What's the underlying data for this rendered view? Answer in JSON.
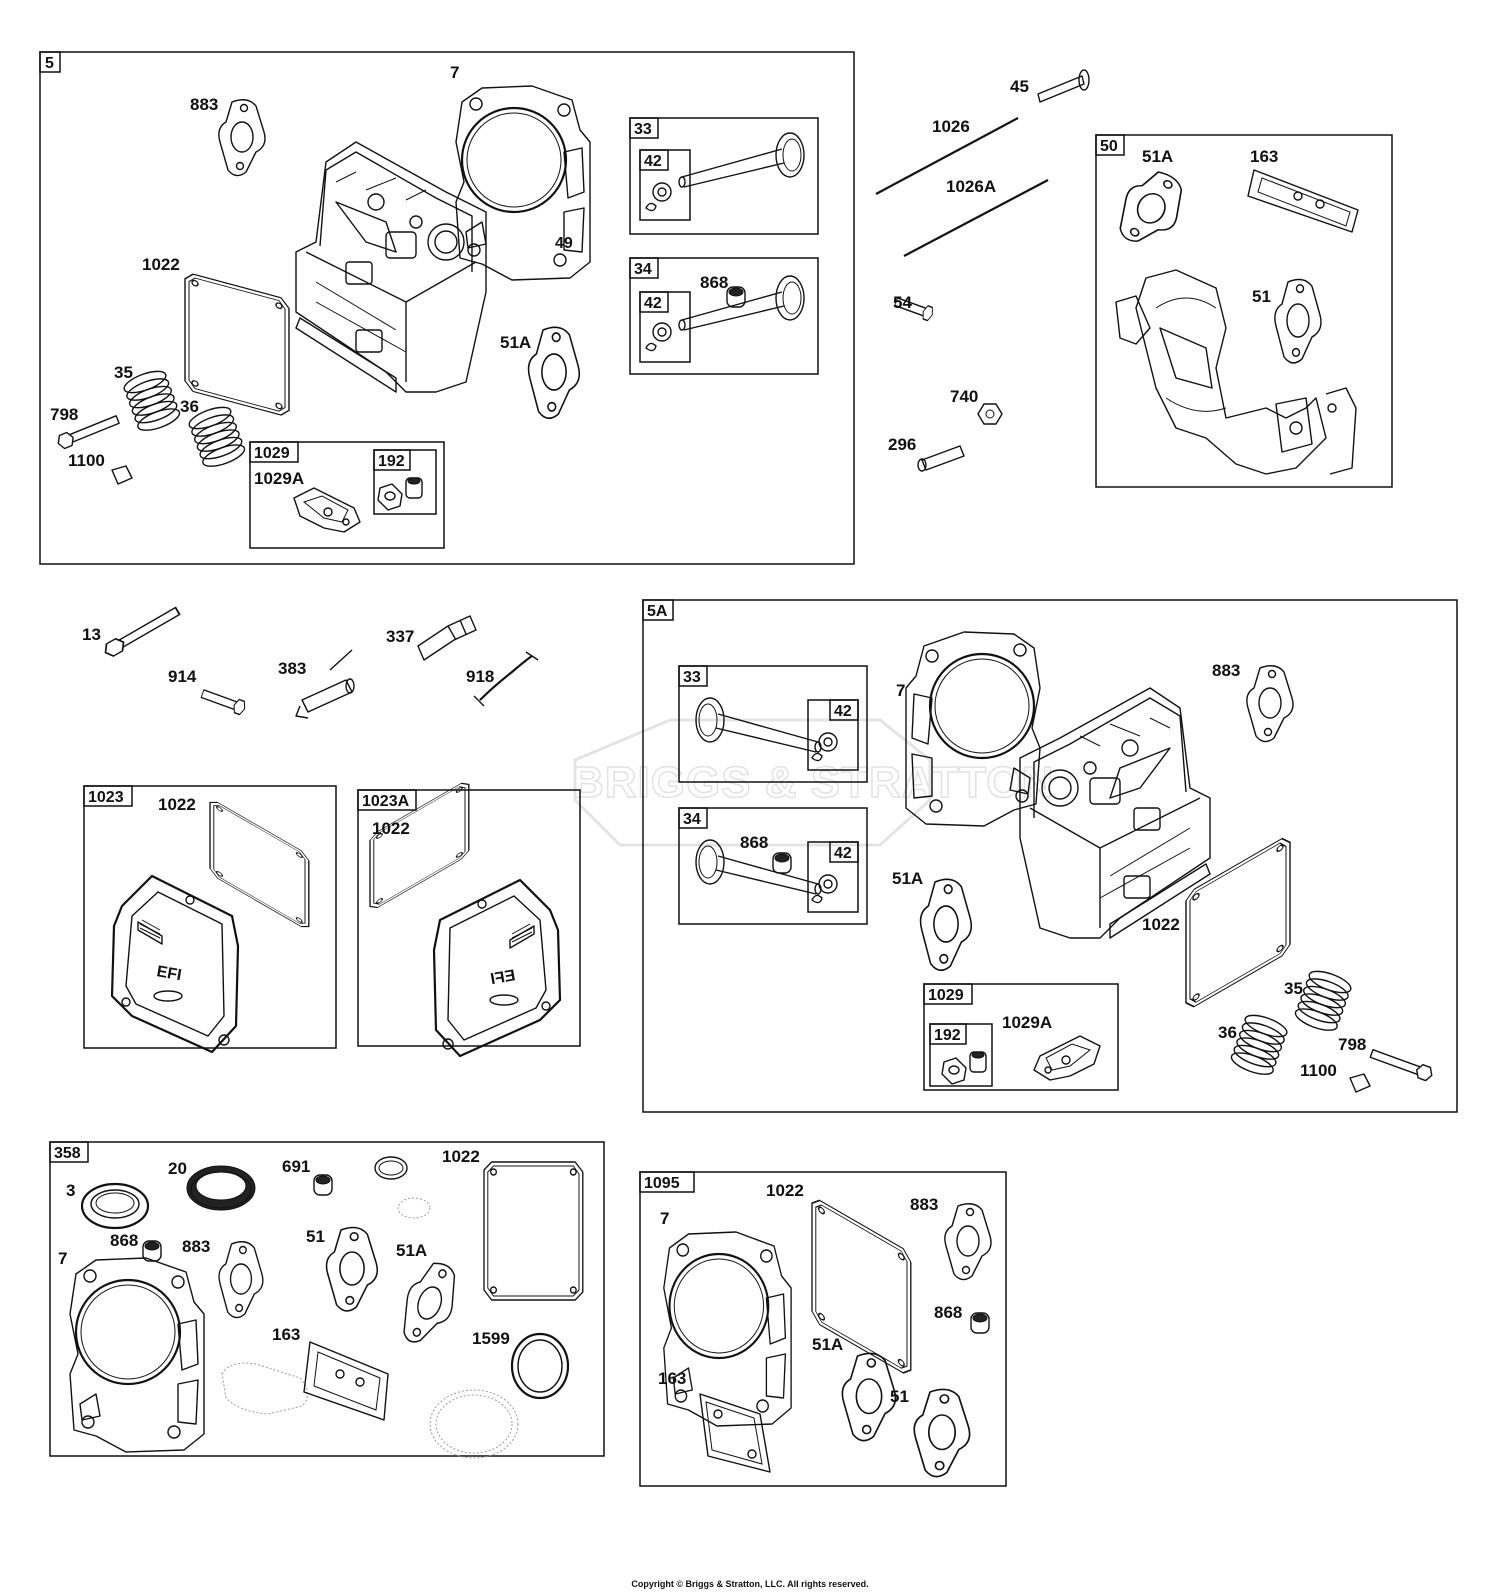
{
  "watermark": "BRIGGS & STRATTON",
  "copyright": "Copyright © Briggs & Stratton, LLC. All rights reserved.",
  "groups": {
    "g5": "5",
    "g33a": "33",
    "g42a": "42",
    "g34a": "34",
    "g42b": "42",
    "g1029a": "1029",
    "g192a": "192",
    "g50": "50",
    "g5A": "5A",
    "g33b": "33",
    "g42c": "42",
    "g34b": "34",
    "g42d": "42",
    "g1029b": "1029",
    "g192b": "192",
    "g1023": "1023",
    "g1023A": "1023A",
    "g358": "358",
    "g1095": "1095"
  },
  "labels": {
    "p883a": "883",
    "p7a": "7",
    "p1022a": "1022",
    "p35a": "35",
    "p36a": "36",
    "p798a": "798",
    "p1100a": "1100",
    "p1029Aa": "1029A",
    "p51Aa": "51A",
    "p868a": "868",
    "p45": "45",
    "p1026": "1026",
    "p1026A": "1026A",
    "p54": "54",
    "p740": "740",
    "p296": "296",
    "p51Ab": "51A",
    "p163a": "163",
    "p51a": "51",
    "p13": "13",
    "p914": "914",
    "p383": "383",
    "p337": "337",
    "p918": "918",
    "p7b": "7",
    "p883b": "883",
    "p868b": "868",
    "p51Ac": "51A",
    "p1022b": "1022",
    "p35b": "35",
    "p36b": "36",
    "p798b": "798",
    "p1100b": "1100",
    "p1029Ab": "1029A",
    "p1022c": "1022",
    "p1022d": "1022",
    "p3": "3",
    "p20": "20",
    "p691": "691",
    "p1022e": "1022",
    "p868c": "868",
    "p883c": "883",
    "p51b": "51",
    "p51Ad": "51A",
    "p7c": "7",
    "p163b": "163",
    "p1599": "1599",
    "p7d": "7",
    "p1022f": "1022",
    "p883d": "883",
    "p868d": "868",
    "p51Ae": "51A",
    "p163c": "163",
    "p51c": "51"
  },
  "cover_text": "EFI",
  "gasket_mark": "49"
}
